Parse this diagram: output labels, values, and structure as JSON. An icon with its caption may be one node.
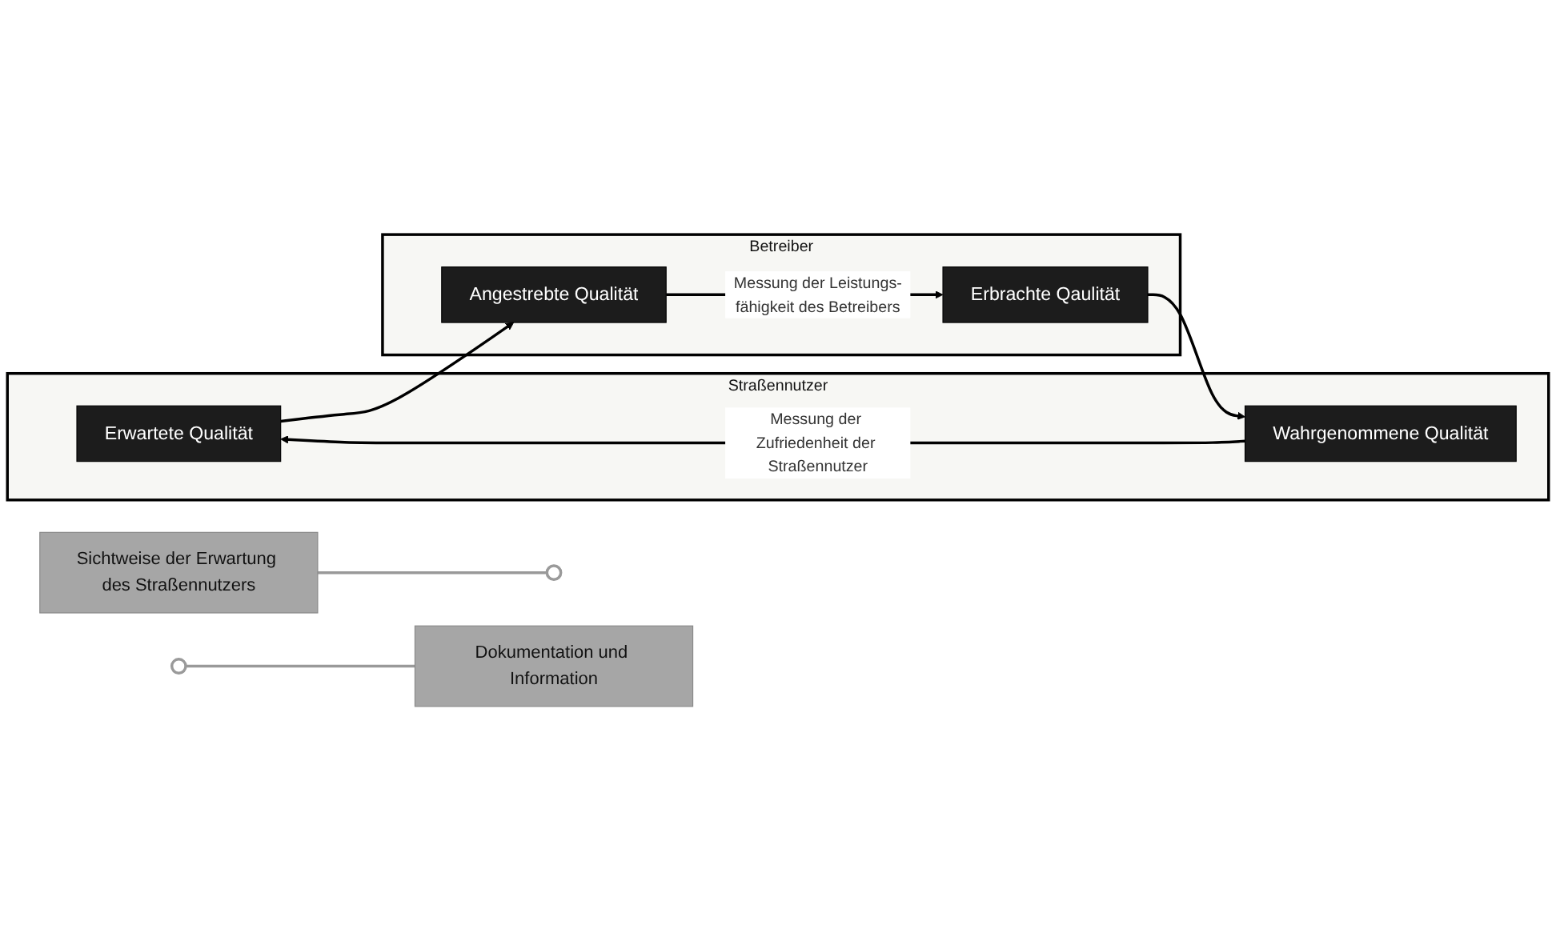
{
  "diagram": {
    "nodes": [
      {
        "text": [
          "Sichtweise der Erwartung des Straßennutzers"
        ]
      },
      {
        "text": [
          "Straßennutzer"
        ]
      },
      {
        "text": [
          "Erwartete Qualität"
        ],
        "in": 1
      },
      {
        "text": [
          "Wahrgenommene Qualität"
        ],
        "in": 1
      },
      {
        "text": [
          "Betreiber"
        ]
      },
      {
        "text": [
          "Angestrebte Qualität"
        ],
        "in": 4
      },
      {
        "text": [
          "Erbrachte Qaulität"
        ],
        "in": 4
      },
      {
        "text": [],
        "shape": "ellipse"
      },
      {
        "text": [],
        "shape": "ellipse"
      },
      {
        "text": [
          "Dokumentation und Information"
        ]
      }
    ],
    "edges": [
      {
        "from": 0,
        "to": 7,
        "arrow": "none",
        "color": "#999999"
      },
      {
        "from": 2,
        "to": 5,
        "arrow": "to"
      },
      {
        "from": 5,
        "to": 6,
        "arrow": "to",
        "label": "Messung der Leistungs-fähigkeit des Betreibers"
      },
      {
        "from": 6,
        "to": 3,
        "arrow": "to"
      },
      {
        "from": 3,
        "to": 2,
        "arrow": "to",
        "label": "Messung der Zufriedenheit der Straßennutzer"
      },
      {
        "from": 8,
        "to": 9,
        "arrow": "none",
        "color": "#999999"
      }
    ]
  }
}
